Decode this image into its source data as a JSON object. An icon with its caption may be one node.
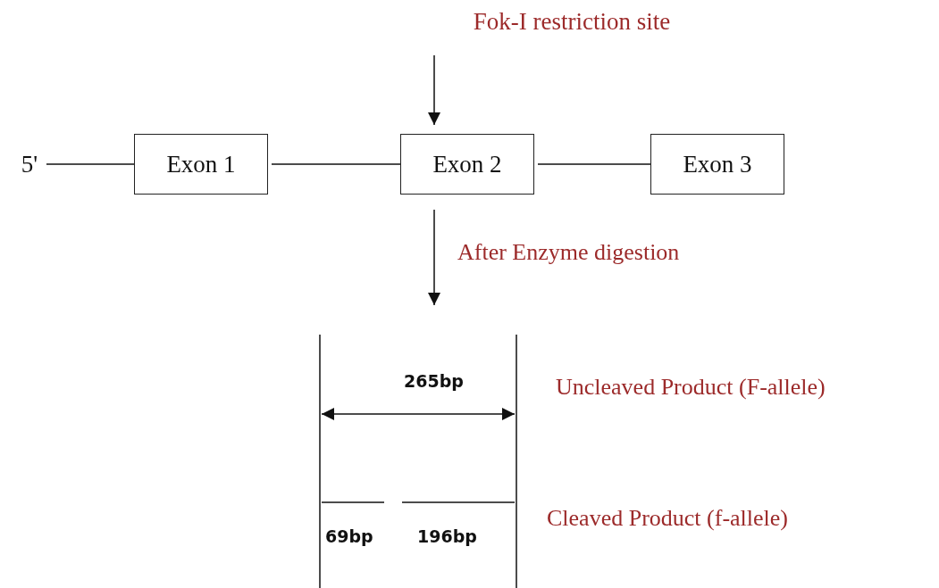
{
  "diagram": {
    "nodes": [
      {
        "text": [
          "5'"
        ]
      },
      {
        "text": [
          "Exon 1"
        ]
      },
      {
        "text": [
          "Exon 2"
        ]
      },
      {
        "text": [
          "Exon 3"
        ]
      },
      {
        "text": [
          "Fok-I restriction site"
        ]
      }
    ],
    "edges": [
      {
        "from": 0,
        "to": 1,
        "arrow": "none"
      },
      {
        "from": 1,
        "to": 2,
        "arrow": "none"
      },
      {
        "from": 2,
        "to": 3,
        "arrow": "none"
      },
      {
        "from": 4,
        "to": 2,
        "arrow": "to"
      },
      {
        "from": 2,
        "to": null,
        "arrow": "to",
        "label": "After Enzyme digestion"
      }
    ],
    "labels": [
      "265bp",
      "Uncleaved Product (F-allele)",
      "69bp",
      "196bp",
      "Cleaved Product (f-allele)"
    ]
  }
}
